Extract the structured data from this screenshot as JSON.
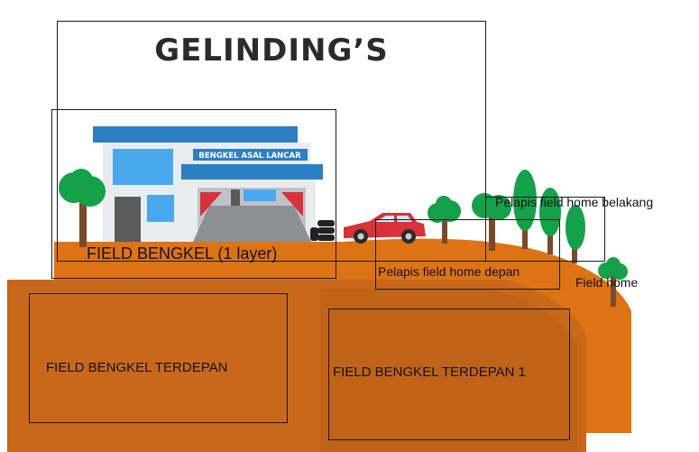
{
  "title": "GELINDING’S",
  "building_sign": "BENGKEL ASAL LANCAR",
  "fields": {
    "bengkel": "FIELD BENGKEL (1 layer)",
    "terdepan": "FIELD BENGKEL TERDEPAN",
    "terdepan_1": "FIELD BENGKEL TERDEPAN 1",
    "pelapis_depan": "Pelapis field home depan",
    "pelapis_belakang": "Pelapis field home belakang",
    "home": "Field home"
  },
  "colors": {
    "ground": "#dd7314",
    "ground_front": "#c9681a",
    "roof_blue": "#2b7fc4",
    "window_blue": "#4aa8ee",
    "wall": "#e9ecef",
    "car_red": "#d8313a",
    "tree_green": "#14a14a",
    "trunk": "#7a4a2a"
  }
}
